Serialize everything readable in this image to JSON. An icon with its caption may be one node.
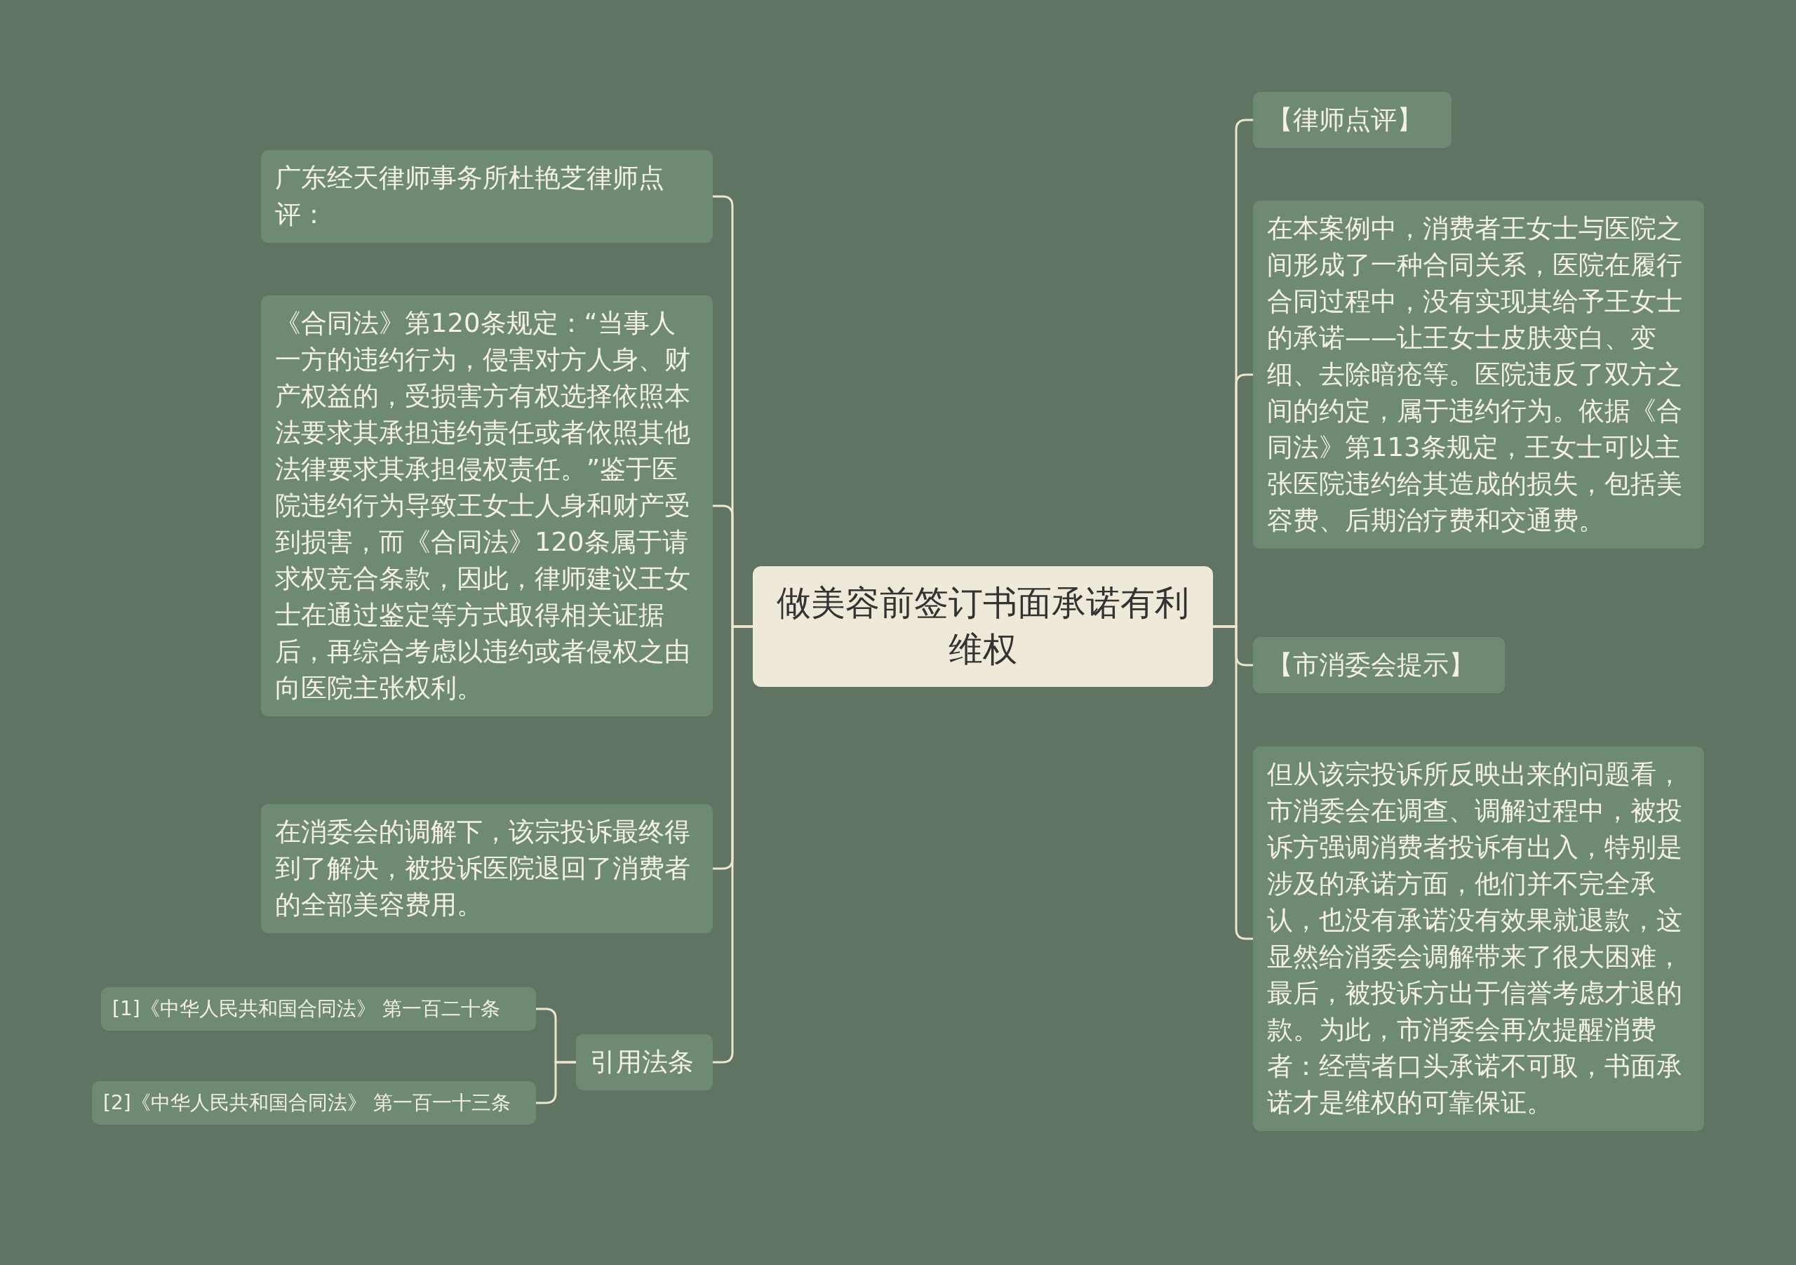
{
  "diagram": {
    "nodes": [
      {
        "text": [
          "做美容前签订书面承诺有利维权"
        ]
      },
      {
        "text": [
          "广东经天律师事务所杜艳芝律师点评："
        ]
      },
      {
        "text": [
          "《合同法》第120条规定：“当事人一方的违约行为，侵害对方人身、财产权益的，受损害方有权选择依照本法要求其承担违约责任或者依照其他法律要求其承担侵权责任。”鉴于医院违约行为导致王女士人身和财产受到损害，而《合同法》120条属于请求权竞合条款，因此，律师建议王女士在通过鉴定等方式取得相关证据后，再综合考虑以违约或者侵权之由向医院主张权利。"
        ]
      },
      {
        "text": [
          "在消委会的调解下，该宗投诉最终得到了解决，被投诉医院退回了消费者的全部美容费用。"
        ]
      },
      {
        "text": [
          "引用法条"
        ]
      },
      {
        "text": [
          "[1]《中华人民共和国合同法》 第一百二十条"
        ]
      },
      {
        "text": [
          "[2]《中华人民共和国合同法》 第一百一十三条"
        ]
      },
      {
        "text": [
          "【律师点评】"
        ]
      },
      {
        "text": [
          "在本案例中，消费者王女士与医院之间形成了一种合同关系，医院在履行合同过程中，没有实现其给予王女士的承诺——让王女士皮肤变白、变细、去除暗疮等。医院违反了双方之间的约定，属于违约行为。依据《合同法》第113条规定，王女士可以主张医院违约给其造成的损失，包括美容费、后期治疗费和交通费。"
        ]
      },
      {
        "text": [
          "【市消委会提示】"
        ]
      },
      {
        "text": [
          "但从该宗投诉所反映出来的问题看，市消委会在调查、调解过程中，被投诉方强调消费者投诉有出入，特别是涉及的承诺方面，他们并不完全承认，也没有承诺没有效果就退款，这显然给消委会调解带来了很大困难，最后，被投诉方出于信誉考虑才退的款。为此，市消委会再次提醒消费者：经营者口头承诺不可取，书面承诺才是维权的可靠保证。"
        ]
      }
    ],
    "edges": [
      {
        "from": 0,
        "to": 1,
        "arrow": "none"
      },
      {
        "from": 0,
        "to": 2,
        "arrow": "none"
      },
      {
        "from": 0,
        "to": 3,
        "arrow": "none"
      },
      {
        "from": 0,
        "to": 4,
        "arrow": "none"
      },
      {
        "from": 4,
        "to": 5,
        "arrow": "none"
      },
      {
        "from": 4,
        "to": 6,
        "arrow": "none"
      },
      {
        "from": 0,
        "to": 7,
        "arrow": "none"
      },
      {
        "from": 0,
        "to": 8,
        "arrow": "none"
      },
      {
        "from": 0,
        "to": 9,
        "arrow": "none"
      },
      {
        "from": 0,
        "to": 10,
        "arrow": "none"
      }
    ]
  }
}
